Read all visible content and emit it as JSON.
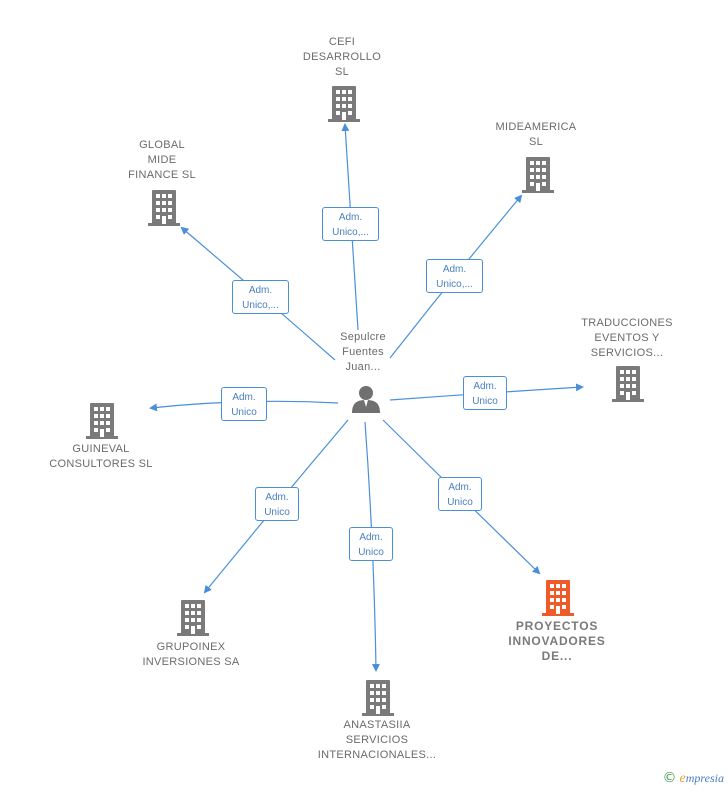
{
  "center": {
    "lines": [
      "Sepulcre",
      "Fuentes",
      "Juan..."
    ],
    "icon": "person-icon"
  },
  "companies": [
    {
      "id": "cefi",
      "lines": [
        "CEFI",
        "DESARROLLO",
        "SL"
      ],
      "edge_lines": [
        "Adm.",
        "Unico,..."
      ],
      "highlight": false
    },
    {
      "id": "mideamerica",
      "lines": [
        "MIDEAMERICA",
        "SL"
      ],
      "edge_lines": [
        "Adm.",
        "Unico,..."
      ],
      "highlight": false
    },
    {
      "id": "global",
      "lines": [
        "GLOBAL",
        "MIDE",
        "FINANCE  SL"
      ],
      "edge_lines": [
        "Adm.",
        "Unico,..."
      ],
      "highlight": false
    },
    {
      "id": "traducciones",
      "lines": [
        "TRADUCCIONES",
        "EVENTOS Y",
        "SERVICIOS..."
      ],
      "edge_lines": [
        "Adm.",
        "Unico"
      ],
      "highlight": false
    },
    {
      "id": "guineval",
      "lines": [
        "GUINEVAL",
        "CONSULTORES SL"
      ],
      "edge_lines": [
        "Adm.",
        "Unico"
      ],
      "highlight": false
    },
    {
      "id": "grupoinex",
      "lines": [
        "GRUPOINEX",
        "INVERSIONES SA"
      ],
      "edge_lines": [
        "Adm.",
        "Unico"
      ],
      "highlight": false
    },
    {
      "id": "anastasiia",
      "lines": [
        "ANASTASIIA",
        "SERVICIOS",
        "INTERNACIONALES..."
      ],
      "edge_lines": [
        "Adm.",
        "Unico"
      ],
      "highlight": false
    },
    {
      "id": "proyectos",
      "lines": [
        "PROYECTOS",
        "INNOVADORES",
        "DE..."
      ],
      "edge_lines": [
        "Adm.",
        "Unico"
      ],
      "highlight": true
    }
  ],
  "colors": {
    "edge": "#4a90d9",
    "company_icon": "#7a7a7a",
    "company_icon_highlight": "#f05a28",
    "person_icon": "#707070"
  },
  "brand": {
    "copyright": "©",
    "initial": "e",
    "name": "mpresia"
  }
}
